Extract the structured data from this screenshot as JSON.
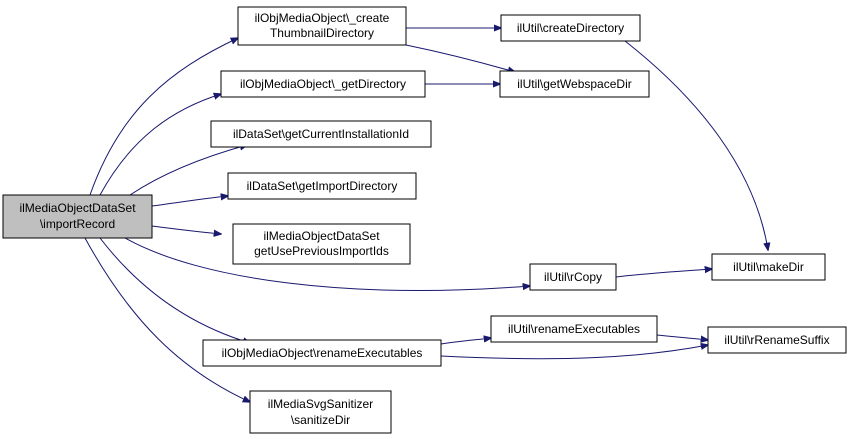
{
  "graph": {
    "colors": {
      "root_fill": "#bfbfbf",
      "node_fill": "#ffffff",
      "node_border": "#000000",
      "edge": "#191970"
    },
    "nodes": {
      "root": {
        "line1": "ilMediaObjectDataSet",
        "line2": "\\importRecord"
      },
      "create_thumb": {
        "line1": "ilObjMediaObject\\_create",
        "line2": "ThumbnailDirectory"
      },
      "create_dir": {
        "line1": "ilUtil\\createDirectory"
      },
      "get_directory": {
        "line1": "ilObjMediaObject\\_getDirectory"
      },
      "get_webspace": {
        "line1": "ilUtil\\getWebspaceDir"
      },
      "get_install_id": {
        "line1": "ilDataSet\\getCurrentInstallationId"
      },
      "get_import_dir": {
        "line1": "ilDataSet\\getImportDirectory"
      },
      "get_use_prev": {
        "line1": "ilMediaObjectDataSet",
        "line2": "getUsePreviousImportIds"
      },
      "rcopy": {
        "line1": "ilUtil\\rCopy"
      },
      "make_dir": {
        "line1": "ilUtil\\makeDir"
      },
      "rename_exec_util": {
        "line1": "ilUtil\\renameExecutables"
      },
      "rename_exec_obj": {
        "line1": "ilObjMediaObject\\renameExecutables"
      },
      "rrename_suffix": {
        "line1": "ilUtil\\rRenameSuffix"
      },
      "sanitize": {
        "line1": "ilMediaSvgSanitizer",
        "line2": "\\sanitizeDir"
      }
    }
  }
}
